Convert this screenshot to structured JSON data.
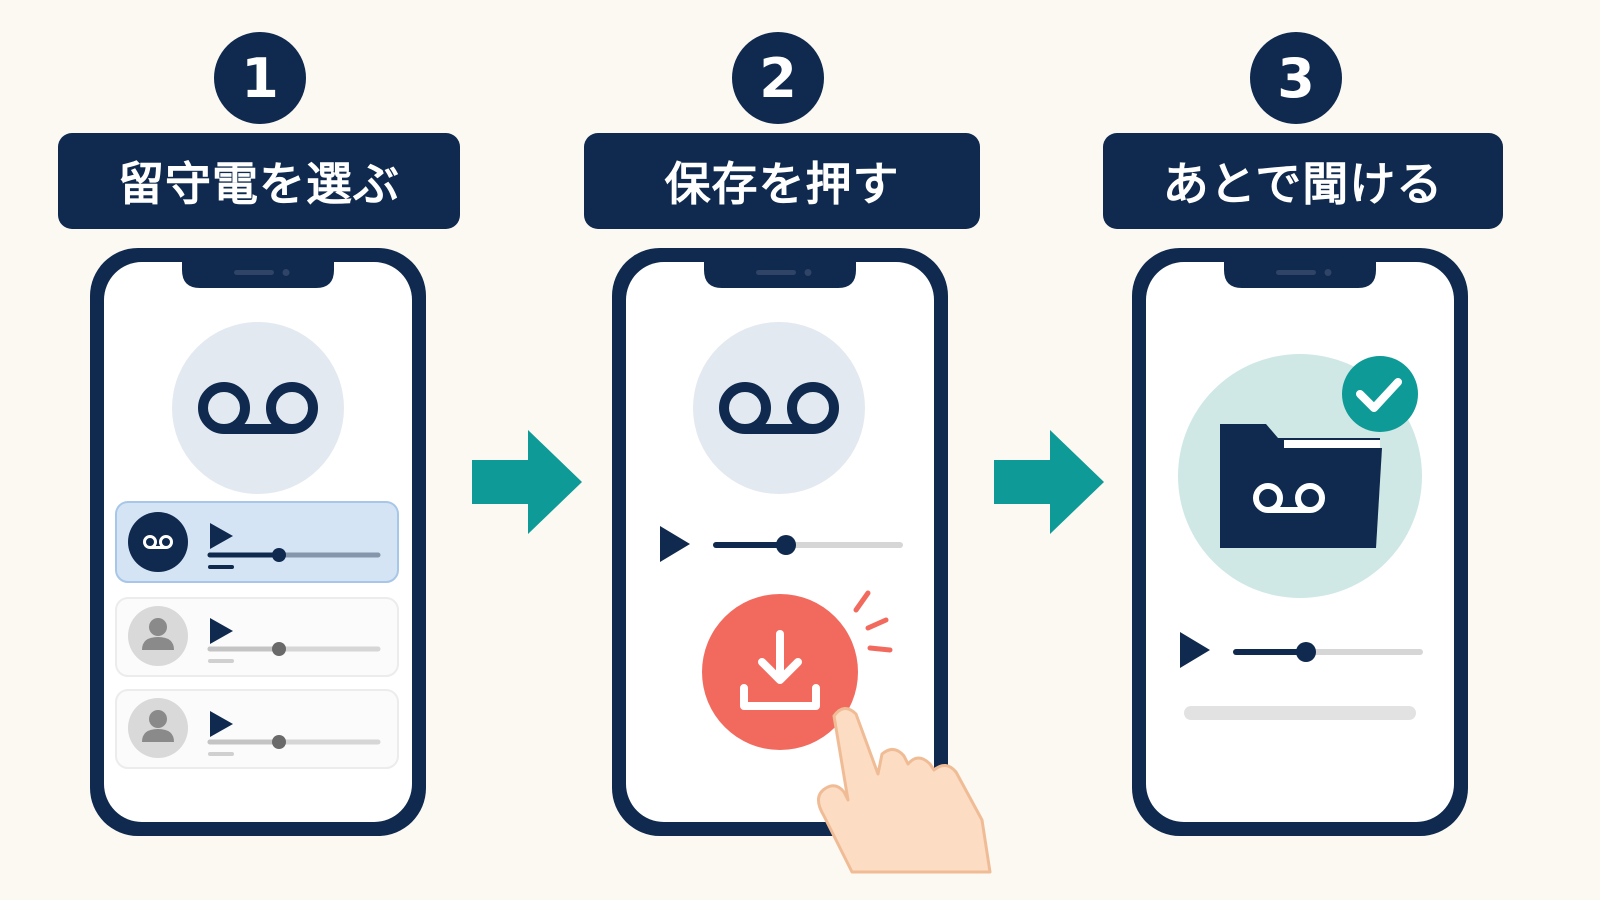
{
  "steps": [
    {
      "number": "1",
      "title": "留守電を選ぶ"
    },
    {
      "number": "2",
      "title": "保存を押す"
    },
    {
      "number": "3",
      "title": "あとで聞ける"
    }
  ],
  "icons": {
    "voicemail": "voicemail-icon",
    "play": "play-icon",
    "user": "user-icon",
    "download": "download-icon",
    "folder": "folder-icon",
    "check": "check-icon",
    "arrow": "arrow-right-icon",
    "hand": "pointing-hand-icon"
  },
  "step1_list": [
    {
      "avatar": "voicemail",
      "selected": true,
      "progress": 0.42
    },
    {
      "avatar": "user",
      "selected": false,
      "progress": 0.42
    },
    {
      "avatar": "user",
      "selected": false,
      "progress": 0.42
    }
  ],
  "step2_playback": {
    "progress": 0.38
  },
  "step3_playback": {
    "progress": 0.38
  },
  "colors": {
    "navy": "#0f2a4e",
    "teal": "#0e9a96",
    "coral": "#f26a5e",
    "background": "#fcf9f3",
    "icon_circle": "#e3e9f0",
    "selected_row": "#d4e4f5",
    "folder_circle": "#cfe8e5"
  }
}
